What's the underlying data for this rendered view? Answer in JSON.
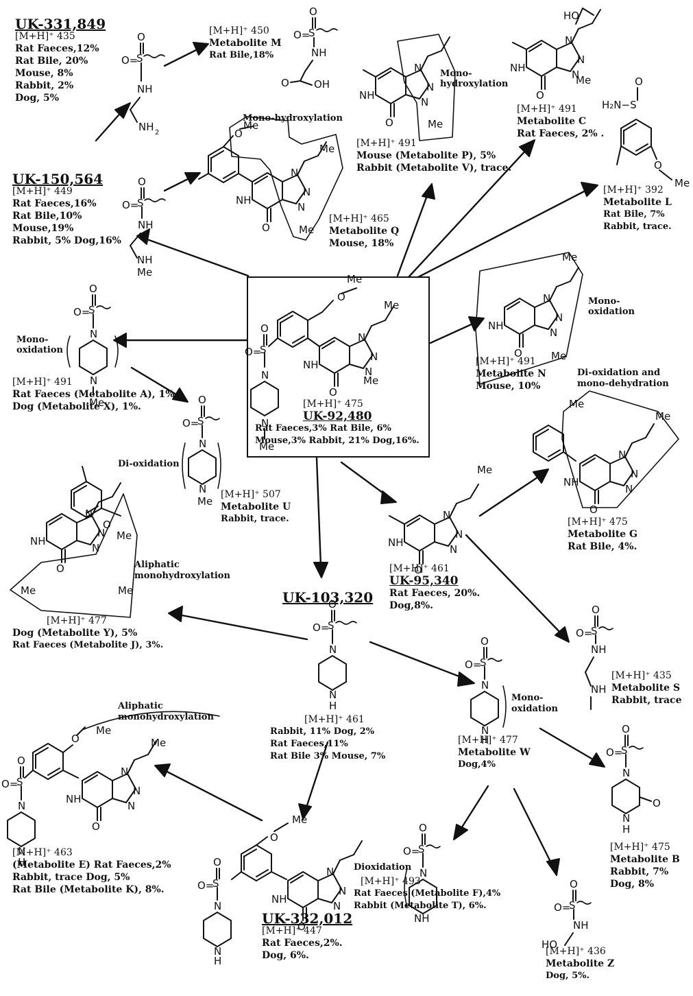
{
  "center": {
    "code": "UK-92,480",
    "mass": "[M+H]⁺ 475",
    "line1": "Rat Faeces,3% Rat Bile, 6%",
    "line2": "Mouse,3% Rabbit, 21% Dog,16%."
  },
  "uk331849": {
    "code": "UK-331,849",
    "mass": "[M+H]⁺ 435",
    "lines": [
      "Rat Faeces,12%",
      "Rat Bile, 20%",
      "Mouse, 8%",
      "Rabbit, 2%",
      "Dog, 5%"
    ]
  },
  "uk150564": {
    "code": "UK-150,564",
    "mass": "[M+H]⁺ 449",
    "lines": [
      "Rat Faeces,16%",
      "Rat Bile,10%",
      "Mouse,19%",
      "Rabbit, 5% Dog,16%"
    ]
  },
  "metM": {
    "mass": "[M+H]⁺ 450",
    "name": "Metabolite M",
    "line": "Rat Bile,18%"
  },
  "metQ": {
    "mass": "[M+H]⁺ 465",
    "name": "Metabolite Q",
    "line": "Mouse, 18%",
    "note": "Mono-hydroxylation"
  },
  "metP": {
    "mass": "[M+H]⁺ 491",
    "line1": "Mouse (Metabolite P), 5%",
    "line2": "Rabbit (Metabolite V), trace.",
    "note": "Mono-hydroxylation"
  },
  "metC": {
    "mass": "[M+H]⁺ 491",
    "name": "Metabolite C",
    "line": "Rat Faeces, 2% ."
  },
  "metL": {
    "mass": "[M+H]⁺ 392",
    "name": "Metabolite L",
    "line1": "Rat Bile, 7%",
    "line2": "Rabbit, trace."
  },
  "metN": {
    "mass": "[M+H]⁺ 491",
    "name": "Metabolite N",
    "line": "Mouse, 10%",
    "note": "Mono-oxidation"
  },
  "metA": {
    "note": "Mono-oxidation",
    "mass": "[M+H]⁺ 491",
    "line1": "Rat Faeces (Metabolite A), 1%",
    "line2": "Dog (Metabolite X), 1%."
  },
  "metU": {
    "note": "Di-oxidation",
    "mass": "[M+H]⁺ 507",
    "name": "Metabolite U",
    "line": "Rabbit, trace."
  },
  "metG": {
    "note": "Di-oxidation and mono-dehydration",
    "mass": "[M+H]⁺ 475",
    "name": "Metabolite G",
    "line": "Rat Bile, 4%."
  },
  "uk95340": {
    "mass": "[M+H]⁺ 461",
    "code": "UK-95,340",
    "line1": "Rat Faeces, 20%.",
    "line2": "Dog,8%."
  },
  "metY": {
    "note": "Aliphatic monohydroxylation",
    "mass": "[M+H]⁺ 477",
    "line1": "Dog (Metabolite Y), 5%",
    "line2": "Rat Faeces (Metabolite J), 3%."
  },
  "uk103320": {
    "code": "UK-103,320",
    "mass": "[M+H]⁺ 461",
    "line1": "Rabbit, 11% Dog, 2%",
    "line2": "Rat Faeces,11%",
    "line3": "Rat Bile 3% Mouse, 7%"
  },
  "metS": {
    "mass": "[M+H]⁺ 435",
    "name": "Metabolite S",
    "line": "Rabbit, trace"
  },
  "metW": {
    "note": "Mono-oxidation",
    "mass": "[M+H]⁺ 477",
    "name": "Metabolite W",
    "line": "Dog,4%"
  },
  "metE": {
    "note": "Aliphatic monohydroxylation",
    "mass": "[M+H]⁺ 463",
    "line1": "(Metabolite E) Rat Faeces,2%",
    "line2": "Rabbit, trace Dog, 5%",
    "line3": "Rat Bile (Metabolite K), 8%."
  },
  "metB": {
    "mass": "[M+H]⁺ 475",
    "name": "Metabolite B",
    "line1": "Rabbit, 7%",
    "line2": "Dog, 8%"
  },
  "uk332012": {
    "code": "UK-332,012",
    "mass": "[M+H]⁺ 447",
    "line1": "Rat Faeces,2%.",
    "line2": "Dog, 6%."
  },
  "metF": {
    "note": "Dioxidation",
    "mass": "[M+H]⁺ 493",
    "line1": "Rat Faeces (Metabolite F),4%",
    "line2": "Rabbit (Metabolite T), 6%."
  },
  "metZ": {
    "mass": "[M+H]⁺ 436",
    "name": "Metabolite Z",
    "line": "Dog, 5%."
  }
}
